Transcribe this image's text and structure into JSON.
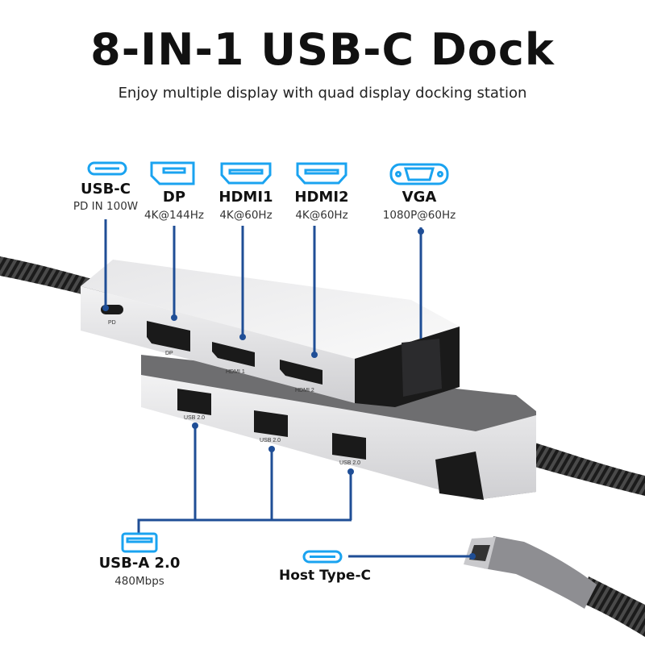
{
  "header": {
    "title": "8-IN-1 USB-C Dock",
    "subtitle": "Enjoy multiple display with quad display docking station"
  },
  "ports": [
    {
      "icon": "usb-c-icon",
      "name": "USB-C",
      "spec": "PD IN 100W"
    },
    {
      "icon": "displayport-icon",
      "name": "DP",
      "spec": "4K@144Hz"
    },
    {
      "icon": "hdmi-icon",
      "name": "HDMI1",
      "spec": "4K@60Hz"
    },
    {
      "icon": "hdmi-icon",
      "name": "HDMI2",
      "spec": "4K@60Hz"
    },
    {
      "icon": "vga-icon",
      "name": "VGA",
      "spec": "1080P@60Hz"
    }
  ],
  "usb_a": {
    "icon": "usb-a-icon",
    "name": "USB-A 2.0",
    "spec": "480Mbps"
  },
  "host": {
    "icon": "usb-c-icon",
    "name": "Host Type-C"
  },
  "device_labels": {
    "pd": "PD",
    "dp": "DP",
    "hdmi1": "HDMI 1",
    "hdmi2": "HDMI 2",
    "usb": "USB 2.0"
  },
  "colors": {
    "icon_blue": "#1aa3f0",
    "line_blue": "#1f4e96",
    "aluminum": "#d9d9db"
  }
}
